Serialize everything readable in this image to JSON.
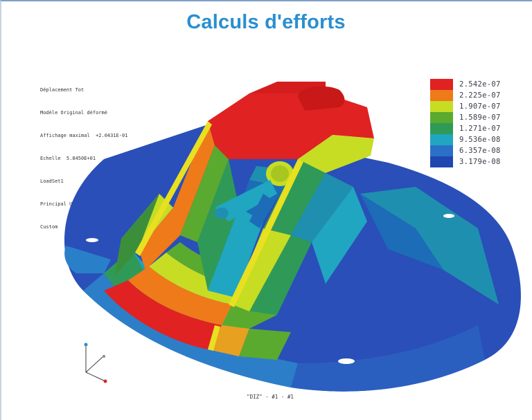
{
  "title": "Calculs d'efforts",
  "info_lines": [
    "Déplacement Tot",
    "Modèle Original déformé",
    "Affichage maximal  +2.0431E-01",
    "Echelle  5.8450E+01",
    "LoadSet1",
    "Principal Units:",
    "Custom"
  ],
  "legend": [
    {
      "label": "2.542e-07",
      "color": "#e02222"
    },
    {
      "label": "2.225e-07",
      "color": "#ee7a1a"
    },
    {
      "label": "1.907e-07",
      "color": "#c6dd24"
    },
    {
      "label": "1.589e-07",
      "color": "#5aaa30"
    },
    {
      "label": "1.271e-07",
      "color": "#2f9a58"
    },
    {
      "label": "9.536e-08",
      "color": "#20a6c0"
    },
    {
      "label": "6.357e-08",
      "color": "#2a70c8"
    },
    {
      "label": "3.179e-08",
      "color": "#2046b0"
    }
  ],
  "view_name": "\"DIZ\"  -  #1  -  #1",
  "colors": {
    "title": "#2a8fd0",
    "base_blue": "#2a4fb8"
  }
}
